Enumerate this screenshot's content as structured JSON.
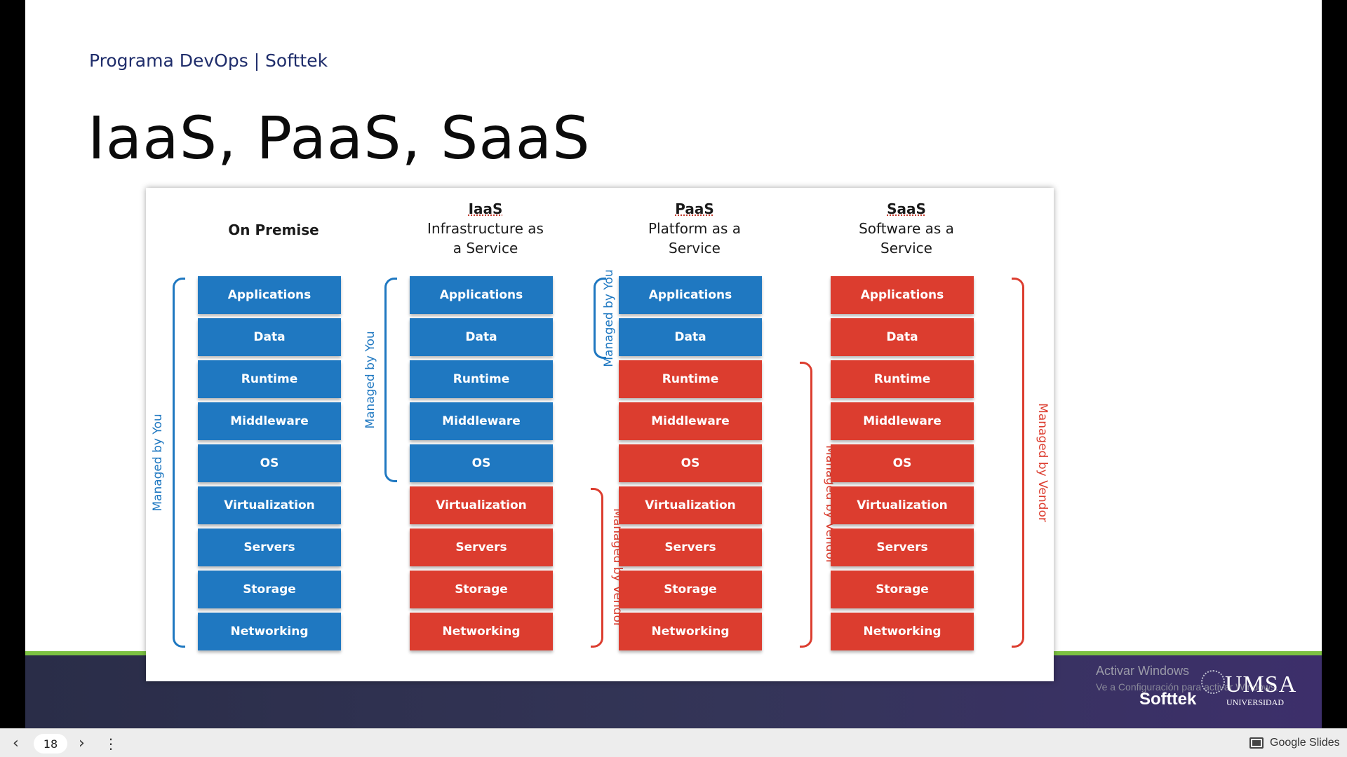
{
  "slide": {
    "brand": "Programa DevOps | Softtek",
    "title": "IaaS, PaaS, SaaS"
  },
  "diagram": {
    "columns": [
      {
        "id": "onprem",
        "head_bold": "On Premise",
        "head_sub1": "",
        "head_sub2": "",
        "layers": [
          "Applications",
          "Data",
          "Runtime",
          "Middleware",
          "OS",
          "Virtualization",
          "Servers",
          "Storage",
          "Networking"
        ],
        "colors": [
          "blue",
          "blue",
          "blue",
          "blue",
          "blue",
          "blue",
          "blue",
          "blue",
          "blue"
        ]
      },
      {
        "id": "iaas",
        "head_bold": "IaaS",
        "head_sub1": "Infrastructure as",
        "head_sub2": "a Service",
        "layers": [
          "Applications",
          "Data",
          "Runtime",
          "Middleware",
          "OS",
          "Virtualization",
          "Servers",
          "Storage",
          "Networking"
        ],
        "colors": [
          "blue",
          "blue",
          "blue",
          "blue",
          "blue",
          "red",
          "red",
          "red",
          "red"
        ]
      },
      {
        "id": "paas",
        "head_bold": "PaaS",
        "head_sub1": "Platform as a",
        "head_sub2": "Service",
        "layers": [
          "Applications",
          "Data",
          "Runtime",
          "Middleware",
          "OS",
          "Virtualization",
          "Servers",
          "Storage",
          "Networking"
        ],
        "colors": [
          "blue",
          "blue",
          "red",
          "red",
          "red",
          "red",
          "red",
          "red",
          "red"
        ]
      },
      {
        "id": "saas",
        "head_bold": "SaaS",
        "head_sub1": "Software as a",
        "head_sub2": "Service",
        "layers": [
          "Applications",
          "Data",
          "Runtime",
          "Middleware",
          "OS",
          "Virtualization",
          "Servers",
          "Storage",
          "Networking"
        ],
        "colors": [
          "red",
          "red",
          "red",
          "red",
          "red",
          "red",
          "red",
          "red",
          "red"
        ]
      }
    ],
    "labels": {
      "managed_by_you": "Managed by You",
      "managed_by_vendor": "Managed by Vendor"
    },
    "colors": {
      "blue": "#1f78c1",
      "red": "#dc3d2f"
    }
  },
  "watermark": {
    "title": "Activar Windows",
    "subtitle": "Ve a Configuración para activar Windows."
  },
  "logos": {
    "softtek": "Softtek",
    "umsa": "UMSA",
    "umsa_sub": "UNIVERSIDAD"
  },
  "toolbar": {
    "prev_icon": "chevron-left",
    "next_icon": "chevron-right",
    "menu_icon": "more-vert",
    "page": "18",
    "app_label": "Google Slides"
  }
}
